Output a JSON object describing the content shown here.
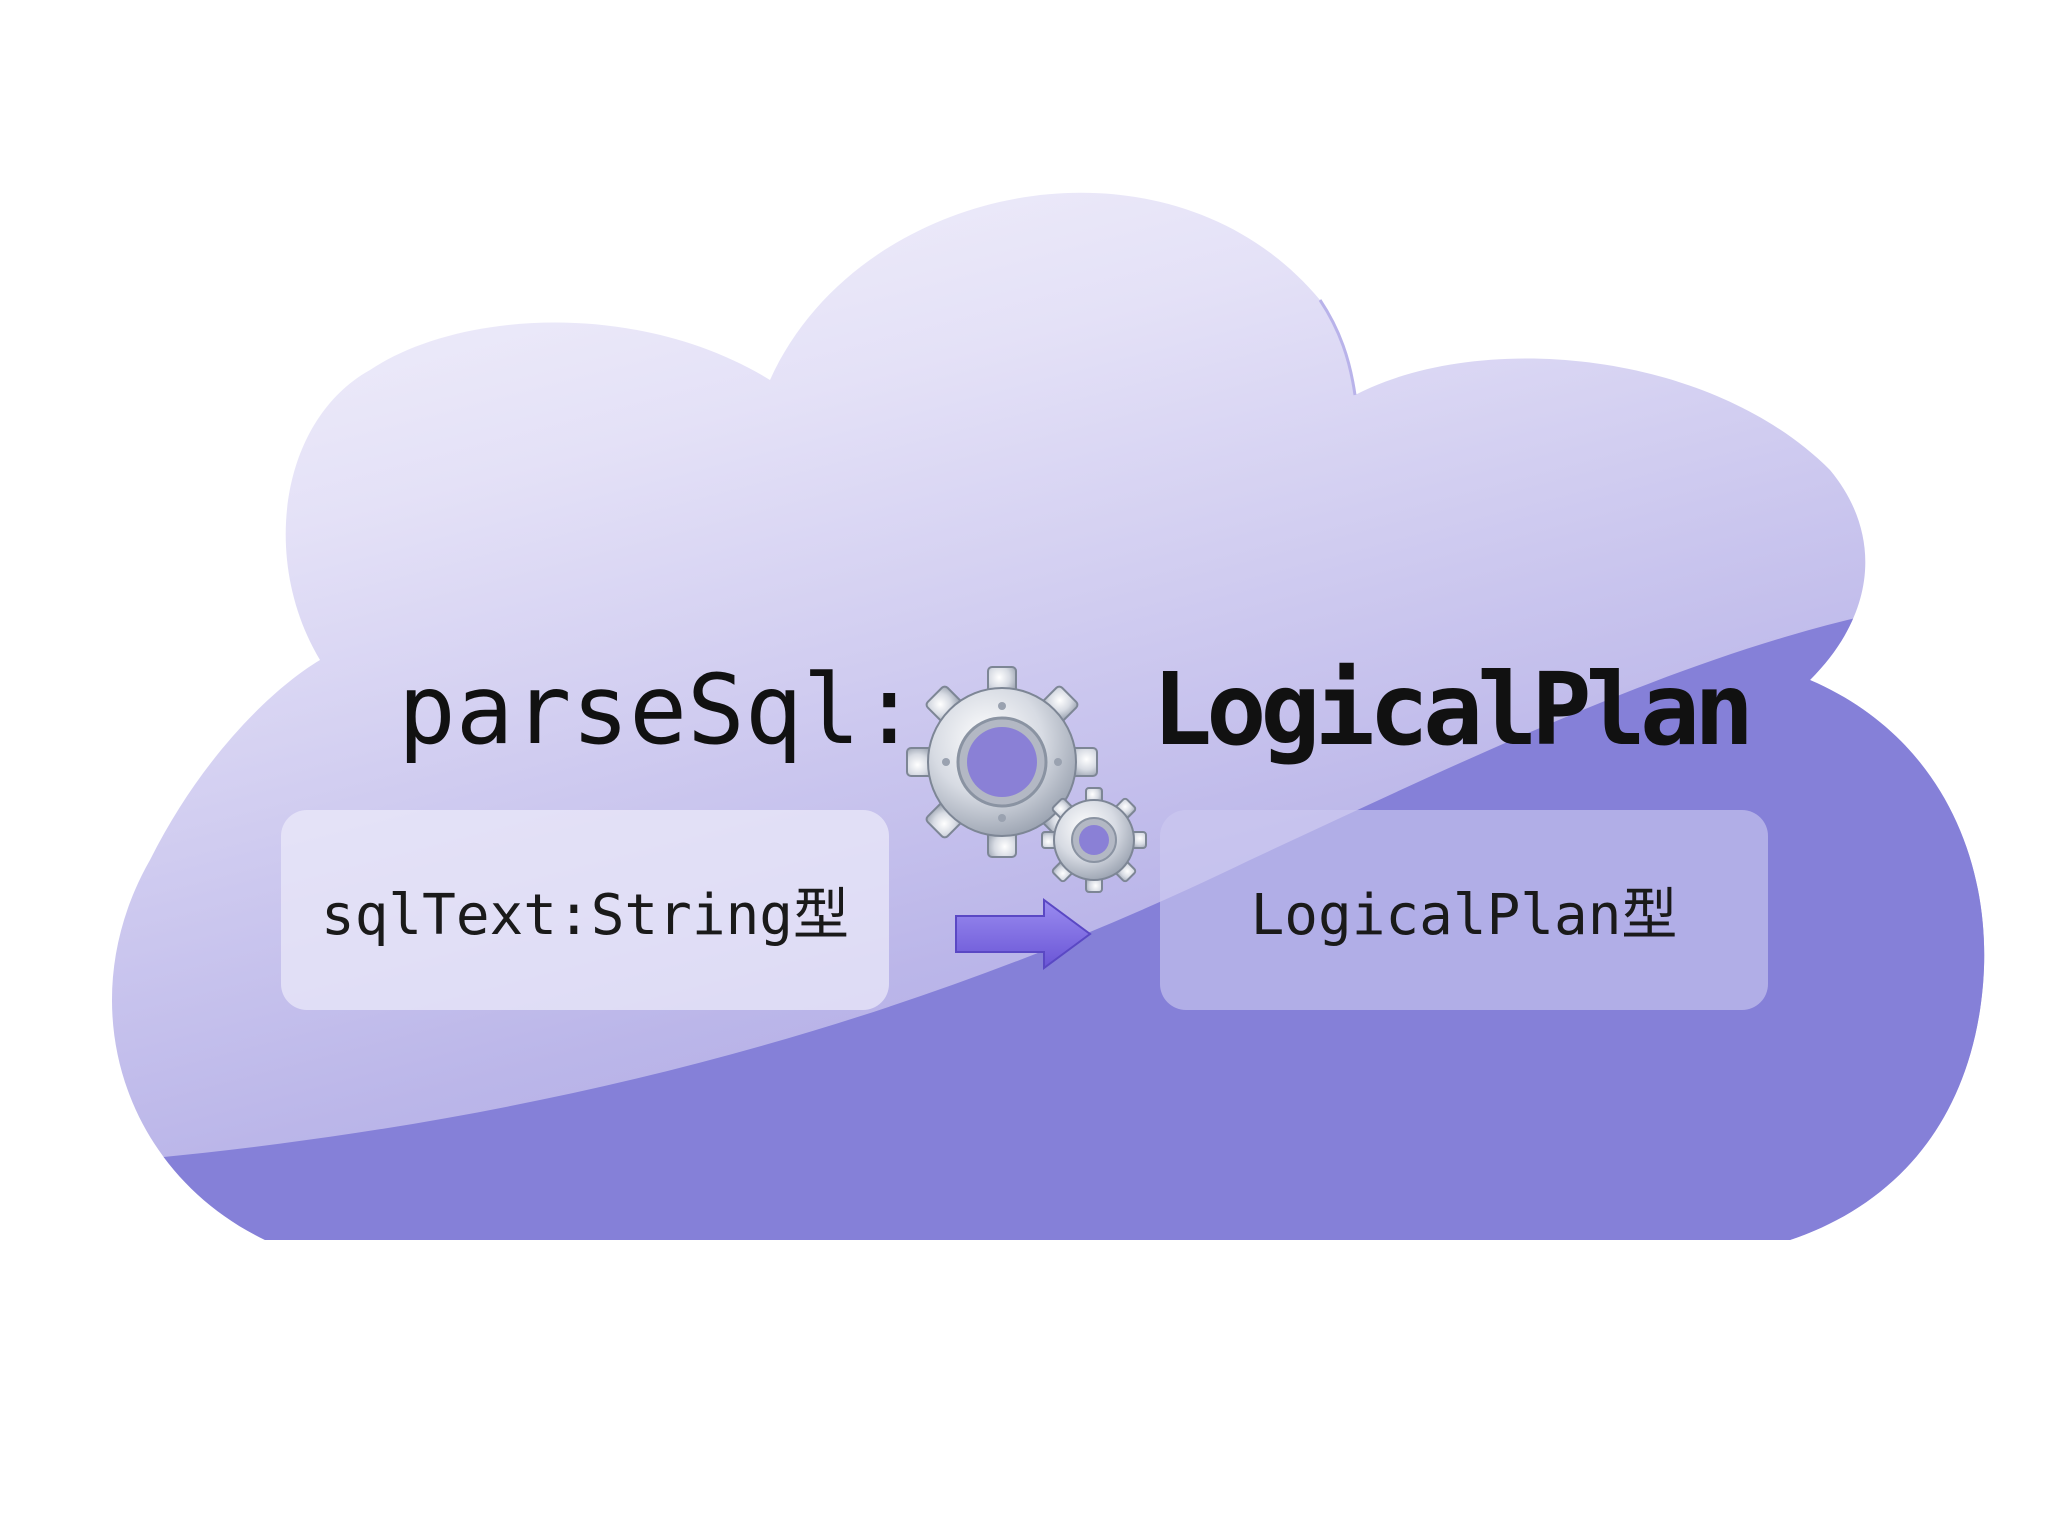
{
  "diagram": {
    "function_label": "parseSql:",
    "return_label": "LogicalPlan",
    "input_box": {
      "text": "sqlText:String型"
    },
    "output_box": {
      "text": "LogicalPlan型"
    },
    "icons": [
      "gears-icon",
      "right-arrow-icon",
      "cloud-shape"
    ],
    "colors": {
      "cloud_light": "#f4f2fc",
      "cloud_mid": "#c7c2ec",
      "cloud_dark": "#8580d8",
      "arrow": "#7a67e0",
      "text": "#111111"
    }
  }
}
